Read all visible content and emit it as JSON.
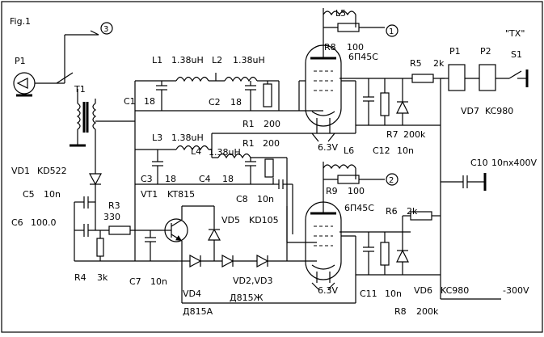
{
  "figure": {
    "label": "Fig.1"
  },
  "labels": {
    "p1_left": "P1",
    "t1": "T1",
    "node3": "3",
    "l1": "L1",
    "l1_val": "1.38uH",
    "l2": "L2",
    "l2_val": "1.38uH",
    "c1": "C1",
    "c1_val": "18",
    "c2": "C2",
    "c2_val": "18",
    "r1_top": "R1",
    "r1_top_val": "200",
    "l3": "L3",
    "l3_val": "1.38uH",
    "l4": "L4",
    "l4_val": "1.38uH",
    "r1_mid": "R1",
    "r1_mid_val": "200",
    "c3": "C3",
    "c3_val": "18",
    "c4": "C4",
    "c4_val": "18",
    "c8": "C8",
    "c8_val": "10n",
    "vd1": "VD1",
    "vd1_val": "KD522",
    "c5": "C5",
    "c5_val": "10n",
    "c6": "C6",
    "c6_val": "100.0",
    "r3": "R3",
    "r3_val": "330",
    "r4": "R4",
    "r4_val": "3k",
    "vt1": "VT1",
    "vt1_val": "KT815",
    "vd5": "VD5",
    "vd5_val": "KD105",
    "c7": "C7",
    "c7_val": "10n",
    "vd4": "VD4",
    "vd4_val": "Д815A",
    "vd23": "VD2,VD3",
    "vd23_val": "Д815Ж",
    "l5": "L5",
    "r8_top": "R8",
    "r8_top_val": "100",
    "node1": "1",
    "tube_top": "6П45C",
    "tube_bot": "6П45C",
    "r5": "R5",
    "r5_val": "2k",
    "r7": "R7",
    "r7_val": "200k",
    "c12": "C12",
    "c12_val": "10n",
    "heater_top": "6.3V",
    "p1_right": "P1",
    "p2": "P2",
    "s1": "S1",
    "tx": "\"TX\"",
    "vd7": "VD7",
    "vd7_val": "KC980",
    "c10": "C10",
    "c10_val": "10nx400V",
    "l6": "L6",
    "r9": "R9",
    "r9_val": "100",
    "node2": "2",
    "r6": "R6",
    "r6_val": "2k",
    "c11": "C11",
    "c11_val": "10n",
    "vd6": "VD6",
    "vd6_val": "KC980",
    "r8_bot": "R8",
    "r8_bot_val": "200k",
    "heater_bot": "6.3V",
    "supply": "-300V"
  }
}
